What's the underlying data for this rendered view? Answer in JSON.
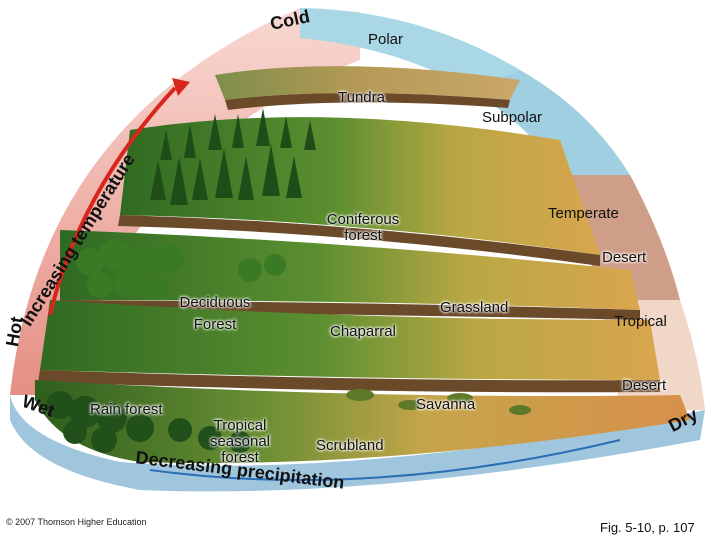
{
  "gradient_labels": {
    "cold": "Cold",
    "hot": "Hot",
    "wet": "Wet",
    "dry": "Dry",
    "increasing_temperature": "Increasing temperature",
    "decreasing_precipitation": "Decreasing precipitation"
  },
  "zones": {
    "polar": "Polar",
    "subpolar": "Subpolar",
    "temperate": "Temperate",
    "tropical": "Tropical"
  },
  "biomes": {
    "tundra": "Tundra",
    "coniferous_forest_1": "Coniferous",
    "coniferous_forest_2": "forest",
    "desert_temperate": "Desert",
    "deciduous_forest_1": "Deciduous",
    "deciduous_forest_2": "Forest",
    "grassland": "Grassland",
    "chaparral": "Chaparral",
    "desert_tropical": "Desert",
    "rain_forest": "Rain forest",
    "tropical_seasonal_1": "Tropical",
    "tropical_seasonal_2": "seasonal",
    "tropical_seasonal_3": "forest",
    "savanna": "Savanna",
    "scrubland": "Scrubland"
  },
  "footer": {
    "copyright": "© 2007 Thomson Higher Education",
    "figure_ref": "Fig. 5-10, p. 107"
  },
  "colors": {
    "cold_band": "#f3c9c1",
    "hot_band": "#e9a294",
    "polar_band": "#a9d7e6",
    "subpolar_band": "#9fcfe0",
    "temperate_band": "#cf9e88",
    "tropical_band": "#f0d7c7",
    "bottom_band": "#9fc6dc",
    "arrow": "#d8261c",
    "forest": "#3f7a2a",
    "grass": "#c9b24a",
    "desert": "#d8a24e"
  }
}
